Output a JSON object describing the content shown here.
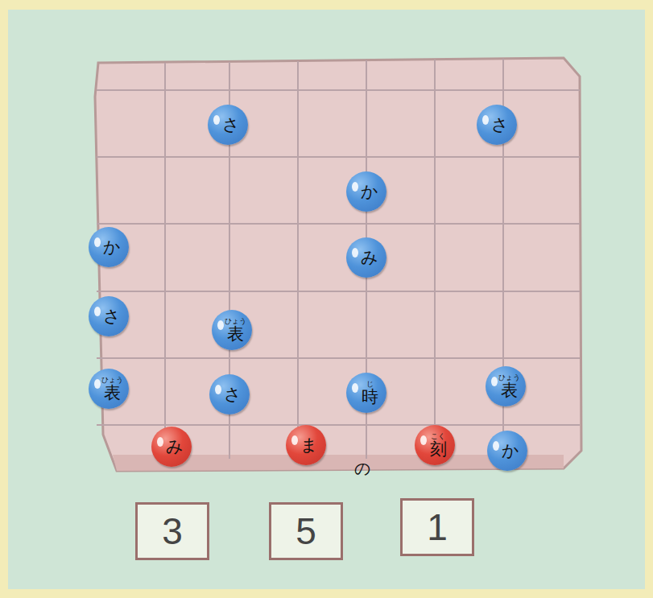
{
  "diagram": {
    "nodes": [
      {
        "text": [
          "さ"
        ]
      },
      {
        "text": [
          "さ"
        ]
      },
      {
        "text": [
          "か"
        ]
      },
      {
        "text": [
          "か"
        ]
      },
      {
        "text": [
          "み"
        ]
      },
      {
        "text": [
          "さ"
        ]
      },
      {
        "text": [
          "ひょう",
          "表"
        ]
      },
      {
        "text": [
          "ひょう",
          "表"
        ]
      },
      {
        "text": [
          "さ"
        ]
      },
      {
        "text": [
          "じ",
          "時"
        ]
      },
      {
        "text": [
          "ひょう",
          "表"
        ]
      },
      {
        "text": [
          "み"
        ]
      },
      {
        "text": [
          "ま"
        ]
      },
      {
        "text": [
          "こく",
          "刻"
        ]
      },
      {
        "text": [
          "か"
        ]
      },
      {
        "text": [
          "3"
        ]
      },
      {
        "text": [
          "5"
        ]
      },
      {
        "text": [
          "1"
        ]
      }
    ],
    "labels": [
      "の"
    ]
  }
}
